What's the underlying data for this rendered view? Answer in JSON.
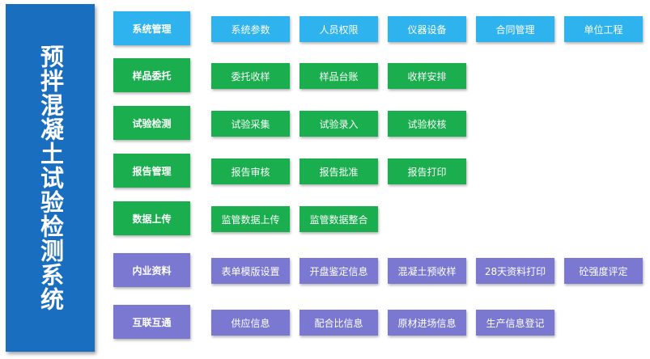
{
  "system_title": "预拌混凝土试验检测系统",
  "rows": [
    {
      "category": "系统管理",
      "color": "#2fb3ee",
      "items": [
        "系统参数",
        "人员权限",
        "仪器设备",
        "合同管理",
        "单位工程"
      ]
    },
    {
      "category": "样品委托",
      "color": "#1aae4e",
      "items": [
        "委托收样",
        "样品台账",
        "收样安排"
      ]
    },
    {
      "category": "试验检测",
      "color": "#1aae4e",
      "items": [
        "试验采集",
        "试验录入",
        "试验校核"
      ]
    },
    {
      "category": "报告管理",
      "color": "#1aae4e",
      "items": [
        "报告审核",
        "报告批准",
        "报告打印"
      ]
    },
    {
      "category": "数据上传",
      "color": "#1aae4e",
      "items": [
        "监管数据上传",
        "监管数据整合"
      ]
    },
    {
      "category": "内业资料",
      "color": "#7b78d1",
      "items": [
        "表单模版设置",
        "开盘鉴定信息",
        "混凝土预收样",
        "28天资料打印",
        "砼强度评定"
      ]
    },
    {
      "category": "互联互通",
      "color": "#7b78d1",
      "items": [
        "供应信息",
        "配合比信息",
        "原材进场信息",
        "生产信息登记"
      ]
    }
  ]
}
